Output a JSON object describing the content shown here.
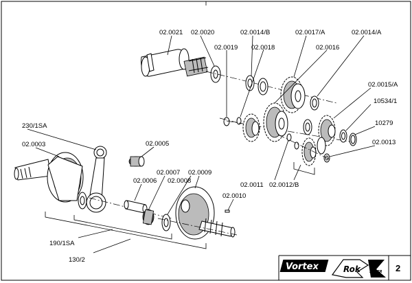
{
  "sheet": {
    "page_number": "2",
    "brand_logo": "Vortex",
    "brand_logo2": "Rok",
    "brand_logo2_small": "SUPER"
  },
  "callouts": {
    "c_02_0021": "02.0021",
    "c_02_0020": "02.0020",
    "c_02_0019": "02.0019",
    "c_02_0014_b": "02.0014/B",
    "c_02_0018": "02.0018",
    "c_02_0017_a": "02.0017/A",
    "c_02_0016": "02.0016",
    "c_02_0014_a": "02.0014/A",
    "c_02_0015_a": "02.0015/A",
    "c_10534_1": "10534/1",
    "c_10279": "10279",
    "c_02_0013": "02.0013",
    "c_230_1sa": "230/1SA",
    "c_02_0003": "02.0003",
    "c_02_0005": "02.0005",
    "c_02_0007": "02.0007",
    "c_02_0009": "02.0009",
    "c_02_0006": "02.0006",
    "c_02_0008": "02.0008",
    "c_02_0011": "02.0011",
    "c_02_0012_b": "02.0012/B",
    "c_02_0010": "02.0010",
    "c_190_1sa": "190/1SA",
    "c_130_2": "130/2"
  }
}
